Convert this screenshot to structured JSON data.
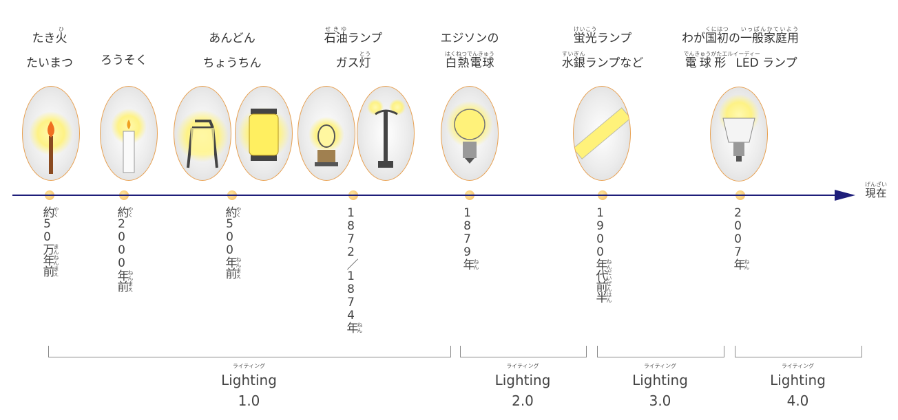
{
  "items": [
    {
      "title": [
        [
          [
            "たき",
            ""
          ],
          [
            "火",
            "ひ"
          ]
        ],
        [
          [
            "たいまつ",
            ""
          ]
        ]
      ],
      "date": [
        [
          "約",
          "やく"
        ],
        [
          "50",
          ""
        ],
        [
          "万年前",
          "まんねんまえ"
        ]
      ]
    },
    {
      "title": [
        [
          [
            "ろうそく",
            ""
          ]
        ]
      ],
      "date": [
        [
          "約",
          "やく"
        ],
        [
          "2000",
          ""
        ],
        [
          "年前",
          "ねんまえ"
        ]
      ]
    },
    {
      "title": [
        [
          [
            "あんどん",
            ""
          ]
        ],
        [
          [
            "ちょうちん",
            ""
          ]
        ]
      ],
      "date": [
        [
          "約",
          "やく"
        ],
        [
          "500",
          ""
        ],
        [
          "年前",
          "ねんまえ"
        ]
      ]
    },
    {
      "title": [
        [
          [
            "石油",
            "せきゆ"
          ],
          [
            "ランプ",
            ""
          ]
        ],
        [
          [
            "ガス",
            ""
          ],
          [
            "灯",
            "とう"
          ]
        ]
      ],
      "date": [
        [
          "1872／1874",
          ""
        ],
        [
          "年",
          "ねん"
        ]
      ]
    },
    {
      "title": [
        [
          [
            "エジソンの",
            ""
          ]
        ],
        [
          [
            "白熱電球",
            "はくねつでんきゅう"
          ]
        ]
      ],
      "date": [
        [
          "1879",
          ""
        ],
        [
          "年",
          "ねん"
        ]
      ]
    },
    {
      "title": [
        [
          [
            "蛍光",
            "けいこう"
          ],
          [
            "ランプ",
            ""
          ]
        ],
        [
          [
            "水銀",
            "すいぎん"
          ],
          [
            "ランプなど",
            ""
          ]
        ]
      ],
      "date": [
        [
          "1900",
          ""
        ],
        [
          "年代前半",
          "ねんだいぜんはん"
        ]
      ]
    },
    {
      "title": [
        [
          [
            "わが",
            ""
          ],
          [
            "国初",
            "くにはつ"
          ],
          [
            "の",
            ""
          ],
          [
            "一般家庭用",
            "いっぱんかていよう"
          ]
        ],
        [
          [
            "電球形 LED",
            "でんきゅうがたエルイーディー"
          ],
          [
            " ランプ",
            ""
          ]
        ]
      ],
      "date": [
        [
          "2007",
          ""
        ],
        [
          "年",
          "ねん"
        ]
      ]
    }
  ],
  "now": {
    "text": "現在",
    "ruby": "げんざい"
  },
  "eras": [
    {
      "label": "Lighting",
      "ruby": "ライティング",
      "version": "1.0"
    },
    {
      "label": "Lighting",
      "ruby": "ライティング",
      "version": "2.0"
    },
    {
      "label": "Lighting",
      "ruby": "ライティング",
      "version": "3.0"
    },
    {
      "label": "Lighting",
      "ruby": "ライティング",
      "version": "4.0"
    }
  ],
  "icons": [
    "torch-icon",
    "candle-icon",
    "andon-lantern-icon",
    "paper-lantern-icon",
    "oil-lamp-icon",
    "gas-lamp-icon",
    "incandescent-bulb-icon",
    "fluorescent-tube-icon",
    "led-bulb-icon"
  ],
  "colors": {
    "axis": "#1e1e7a",
    "oval_border": "#e8a050",
    "glow": "#fff27a"
  }
}
